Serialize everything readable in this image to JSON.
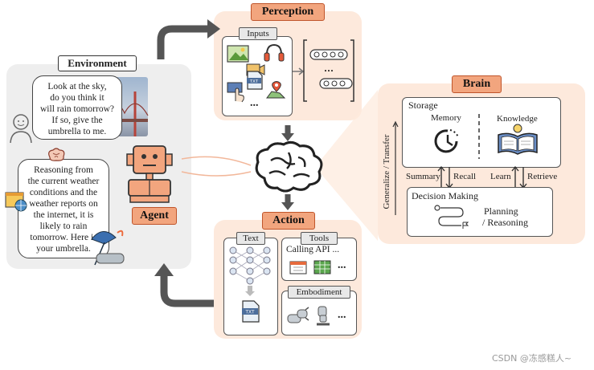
{
  "environment": {
    "title": "Environment",
    "question_lines": [
      "Look at the sky,",
      "do you think it",
      "will rain tomorrow?",
      "If so, give the",
      "umbrella to me."
    ],
    "answer_lines": [
      "Reasoning from",
      "the current weather",
      "conditions and the",
      "weather reports on",
      "the internet, it is",
      "likely to rain",
      "tomorrow. Here is",
      "your umbrella."
    ]
  },
  "agent": {
    "label": "Agent"
  },
  "perception": {
    "title": "Perception",
    "inputs_label": "Inputs",
    "more": "..."
  },
  "brain": {
    "title": "Brain",
    "storage": "Storage",
    "memory": "Memory",
    "knowledge": "Knowledge",
    "summary": "Summary",
    "recall": "Recall",
    "learn": "Learn",
    "retrieve": "Retrieve",
    "side_label": "Generalize / Transfer",
    "decision_making": "Decision Making",
    "planning": "Planning",
    "reasoning": "/ Reasoning"
  },
  "action": {
    "title": "Action",
    "text_label": "Text",
    "tools_label": "Tools",
    "calling_api": "Calling API ...",
    "embodiment": "Embodiment",
    "more": "...",
    "txt_icon": "TXT"
  },
  "watermark": "CSDN @冻感糕人~",
  "colors": {
    "panel_bg": "#fde9dc",
    "env_bg": "#eeeeee",
    "label_orange": "#f2a57e",
    "label_border": "#c0552b",
    "arrow": "#555555"
  },
  "icons": [
    "person-icon",
    "brain-icon",
    "robot-icon",
    "image-icon",
    "audio-icon",
    "video-icon",
    "text-icon",
    "touch-icon",
    "location-icon",
    "clock-icon",
    "book-icon",
    "workflow-icon",
    "network-icon",
    "calendar-icon",
    "spreadsheet-icon",
    "robot-arm-icon",
    "robot-leg-icon",
    "umbrella-icon",
    "web-icon"
  ]
}
